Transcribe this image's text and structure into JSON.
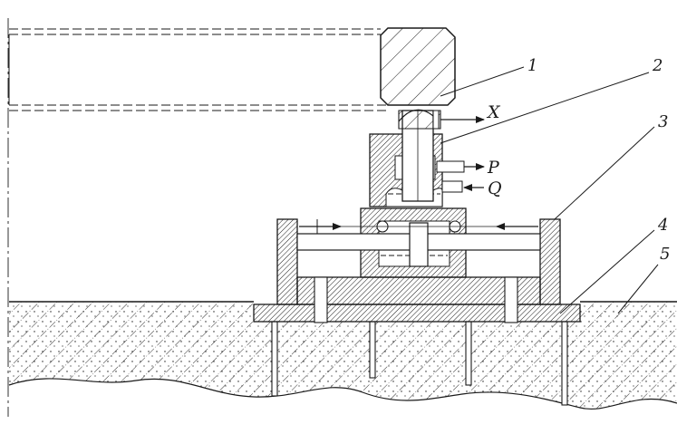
{
  "labels": {
    "part_1": "1",
    "part_2": "2",
    "part_3": "3",
    "part_4": "4",
    "part_5": "5",
    "force_x": "X",
    "force_p": "P",
    "force_q": "Q"
  },
  "colors": {
    "line": "#1a1a1a",
    "background": "#ffffff"
  }
}
